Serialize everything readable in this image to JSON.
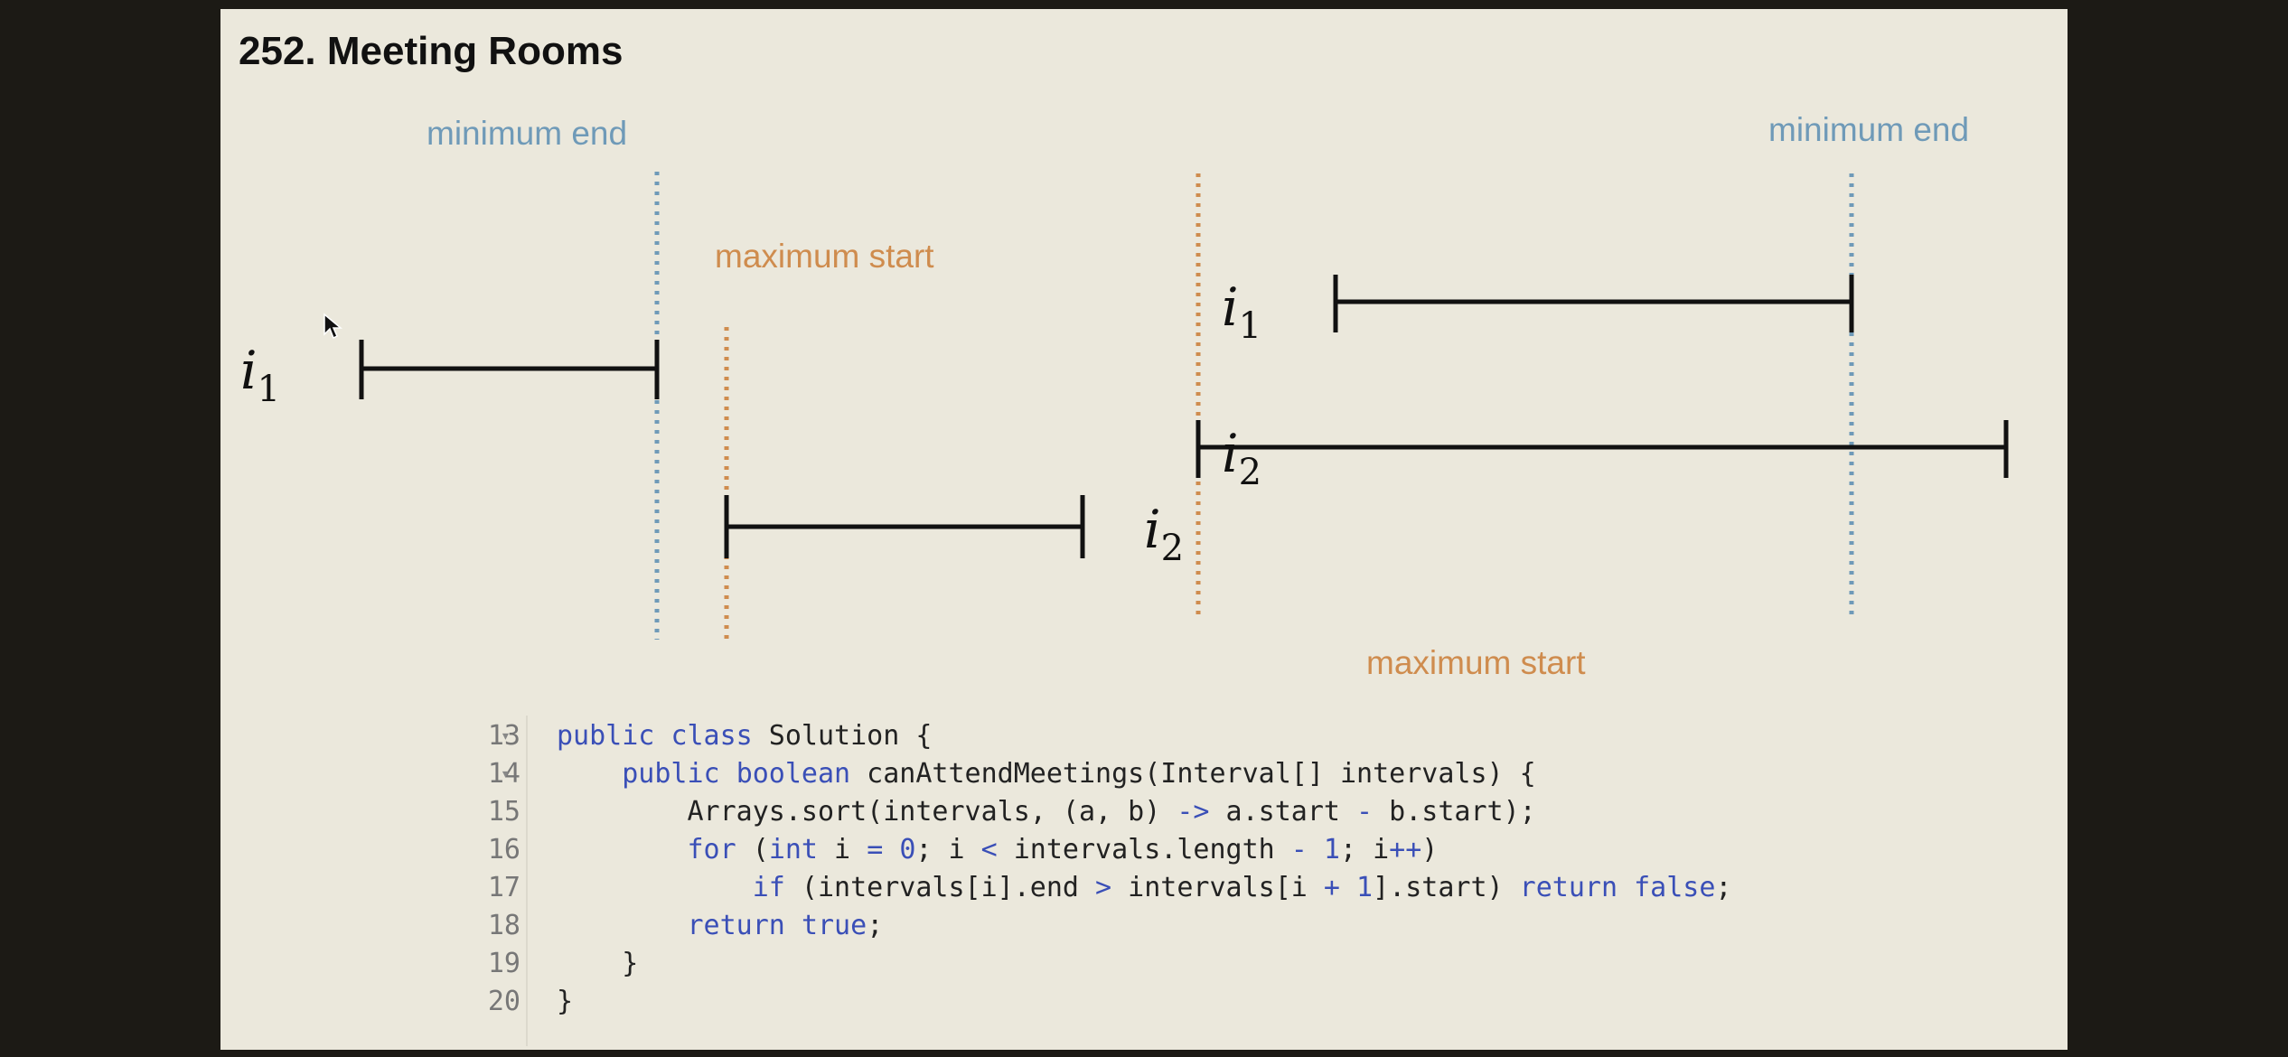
{
  "slide": {
    "title": "252. Meeting Rooms"
  },
  "diagram": {
    "left": {
      "min_end_label": "minimum end",
      "max_start_label": "maximum start",
      "i1_label": "i",
      "i1_sub": "1",
      "i2_label": "i",
      "i2_sub": "2"
    },
    "right": {
      "min_end_label": "minimum end",
      "max_start_label": "maximum start",
      "i1_label": "i",
      "i1_sub": "1",
      "i2_label": "i",
      "i2_sub": "2"
    },
    "colors": {
      "min_end": "#6f9ab8",
      "max_start": "#cf8c4e",
      "interval": "#111111"
    }
  },
  "code": {
    "lines": [
      {
        "num": "13",
        "fold": "▾",
        "text": "public class Solution {"
      },
      {
        "num": "14",
        "fold": "▾",
        "text": "    public boolean canAttendMeetings(Interval[] intervals) {"
      },
      {
        "num": "15",
        "fold": "",
        "text": "        Arrays.sort(intervals, (a, b) -> a.start - b.start);"
      },
      {
        "num": "16",
        "fold": "",
        "text": "        for (int i = 0; i < intervals.length - 1; i++)"
      },
      {
        "num": "17",
        "fold": "",
        "text": "            if (intervals[i].end > intervals[i + 1].start) return false;"
      },
      {
        "num": "18",
        "fold": "",
        "text": "        return true;"
      },
      {
        "num": "19",
        "fold": "",
        "text": "    }"
      },
      {
        "num": "20",
        "fold": "",
        "text": "}"
      }
    ]
  }
}
